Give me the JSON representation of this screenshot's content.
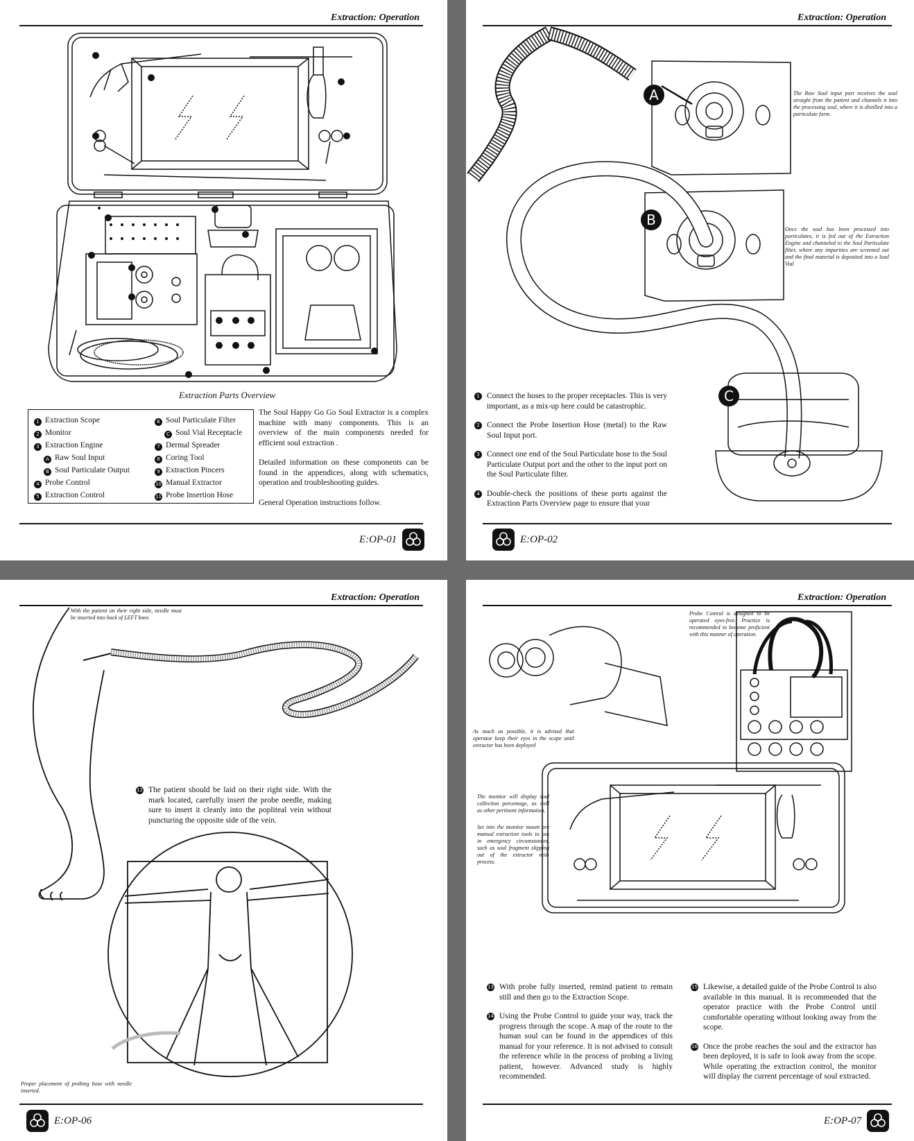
{
  "header_title": "Extraction: Operation",
  "page1": {
    "caption": "Extraction Parts Overview",
    "legend_left": [
      {
        "n": "1",
        "label": "Extraction Scope"
      },
      {
        "n": "2",
        "label": "Monitor"
      },
      {
        "n": "3",
        "label": "Extraction Engine"
      },
      {
        "n": "A",
        "label": "Raw Soul Input"
      },
      {
        "n": "B",
        "label": "Soul Particulate Output"
      },
      {
        "n": "4",
        "label": "Probe Control"
      },
      {
        "n": "5",
        "label": "Extraction Control"
      }
    ],
    "legend_right": [
      {
        "n": "6",
        "label": "Soul Particulate Filter"
      },
      {
        "n": "C",
        "label": "Soul Vial Receptacle"
      },
      {
        "n": "7",
        "label": "Dermal Spreader"
      },
      {
        "n": "8",
        "label": "Coring Tool"
      },
      {
        "n": "9",
        "label": "Extraction Pincers"
      },
      {
        "n": "10",
        "label": "Manual Extractor"
      },
      {
        "n": "11",
        "label": "Probe Insertion Hose"
      }
    ],
    "paragraphs": [
      "The Soul Happy Go Go Soul Extractor is a complex machine with many components. This is an overview of the main components needed for efficient soul extraction .",
      "Detailed information on these components can be found in the appendices, along with schematics, operation and troubleshooting guides.",
      "General Operation instructions follow."
    ],
    "page_number": "E:OP-01"
  },
  "page2": {
    "badges": [
      "A",
      "B",
      "C"
    ],
    "note_a": "The Raw Soul input port receives the soul straight from the patient and channels it into the processing soul, where it is distilled into a particulate form.",
    "note_b": "Once the soul has been processed into particulates, it is fed out of the Extraction Engine and channeled to the Soul Particulate filter, where any impurities are screened out and the final material is deposited into a Soul Vial",
    "steps": [
      {
        "n": "1",
        "text": "Connect the hoses to the proper receptacles. This is very important, as a mix-up here could be catastrophic."
      },
      {
        "n": "2",
        "text": "Connect the Probe Insertion Hose (metal) to the Raw Soul Input port."
      },
      {
        "n": "3",
        "text": "Connect one end of the Soul Particulate hose to the Soul Particulate Output port and the other to the input port on the Soul Particulate filter."
      },
      {
        "n": "4",
        "text": "Double-check the positions of these ports against the Extraction Parts Overview page to ensure that your"
      }
    ],
    "page_number": "E:OP-02"
  },
  "page3": {
    "note_top": "With the patient on their right side, needle must be inserted into back of LEFT knee.",
    "step": {
      "n": "12",
      "text": "The patient should be laid on their right side. With the mark located, carefully insert the probe needle, making sure to insert it cleanly into the popliteal vein without puncturing the opposite side of the vein."
    },
    "note_bottom": "Proper placement of probing hose with needle inserted.",
    "page_number": "E:OP-06"
  },
  "page4": {
    "note_probe": "Probe Control is designed to be operated eyes-free. Practice is recommended to become proficient with this manner of operation.",
    "note_scope": "As much as possible, it is advised that operator keep their eyes in the scope until extractor has been deployed",
    "note_monitor": "The monitor will display soul collection percentage, as well as other pertinent information.",
    "note_tools": "Set into the monitor mount are manual extraction tools to use in emergency circumstances, such as soul fragment slipping out of the extractor mid-process.",
    "steps_left": [
      {
        "n": "13",
        "text": "With probe fully inserted, remind patient to remain still and then go to the Extraction Scope."
      },
      {
        "n": "14",
        "text": "Using the Probe Control to guide your way, track the progress through the scope. A map of the route to the human soul can be found in the appendices of this manual for your reference. It is not advised to consult the reference while in the process of probing a living patient, however. Advanced study is highly recommended."
      }
    ],
    "steps_right": [
      {
        "n": "15",
        "text": "Likewise, a detailed guide of the Probe Control is also available in this manual. It is recommended that the operator practice with the Probe Control until comfortable operating without looking away from the scope."
      },
      {
        "n": "16",
        "text": "Once the probe reaches the soul and the extractor has been deployed, it is safe to look away from the scope. While operating the extraction control, the monitor will display the current percentage of soul extracted."
      }
    ],
    "page_number": "E:OP-07"
  }
}
